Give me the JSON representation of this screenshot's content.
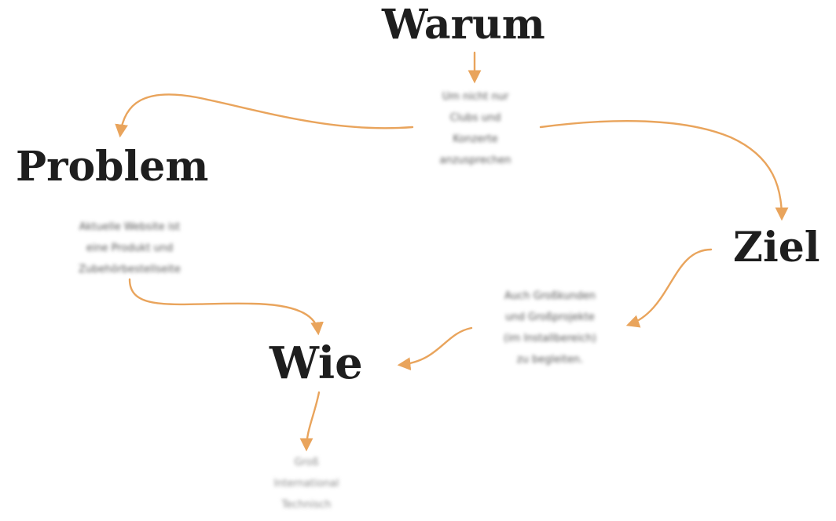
{
  "accent_color": "#E9A45C",
  "warum": {
    "title": "Warum",
    "lines": [
      "Um nicht nur",
      "Clubs und",
      "Konzerte",
      "anzusprechen"
    ]
  },
  "problem": {
    "title": "Problem",
    "lines": [
      "Aktuelle Website ist",
      "eine Produkt und",
      "Zubehörbestellseite"
    ]
  },
  "ziel": {
    "title": "Ziel",
    "lines": [
      "Auch Großkunden",
      "und Großprojekte",
      "(im Installbereich)",
      "zu begleiten."
    ]
  },
  "wie": {
    "title": "Wie",
    "lines": [
      "Groß",
      "International",
      "Technisch"
    ]
  }
}
